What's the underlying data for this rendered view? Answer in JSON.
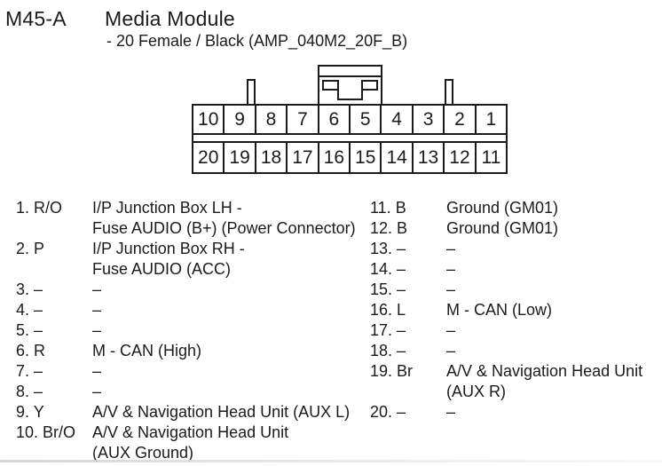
{
  "header": {
    "code": "M45-A",
    "name": "Media Module",
    "subtitle": "- 20 Female / Black (AMP_040M2_20F_B)"
  },
  "connector": {
    "top_row": [
      "10",
      "9",
      "8",
      "7",
      "6",
      "5",
      "4",
      "3",
      "2",
      "1"
    ],
    "bottom_row": [
      "20",
      "19",
      "18",
      "17",
      "16",
      "15",
      "14",
      "13",
      "12",
      "11"
    ]
  },
  "pins": {
    "left": [
      {
        "num": "1",
        "color": "R/O",
        "desc": "I/P Junction Box LH -\nFuse AUDIO (B+) (Power Connector)"
      },
      {
        "num": "2",
        "color": "P",
        "desc": "I/P Junction Box RH -\nFuse AUDIO (ACC)"
      },
      {
        "num": "3",
        "color": "–",
        "desc": "–"
      },
      {
        "num": "4",
        "color": "–",
        "desc": "–"
      },
      {
        "num": "5",
        "color": "–",
        "desc": "–"
      },
      {
        "num": "6",
        "color": "R",
        "desc": "M - CAN (High)"
      },
      {
        "num": "7",
        "color": "–",
        "desc": "–"
      },
      {
        "num": "8",
        "color": "–",
        "desc": "–"
      },
      {
        "num": "9",
        "color": "Y",
        "desc": "A/V & Navigation Head Unit (AUX L)"
      },
      {
        "num": "10",
        "color": "Br/O",
        "desc": "A/V & Navigation Head Unit\n(AUX Ground)"
      }
    ],
    "right": [
      {
        "num": "11",
        "color": "B",
        "desc": "Ground (GM01)"
      },
      {
        "num": "12",
        "color": "B",
        "desc": "Ground (GM01)"
      },
      {
        "num": "13",
        "color": "–",
        "desc": "–"
      },
      {
        "num": "14",
        "color": "–",
        "desc": "–"
      },
      {
        "num": "15",
        "color": "–",
        "desc": "–"
      },
      {
        "num": "16",
        "color": "L",
        "desc": "M - CAN (Low)"
      },
      {
        "num": "17",
        "color": "–",
        "desc": "–"
      },
      {
        "num": "18",
        "color": "–",
        "desc": "–"
      },
      {
        "num": "19",
        "color": "Br",
        "desc": "A/V & Navigation Head Unit\n(AUX R)"
      },
      {
        "num": "20",
        "color": "–",
        "desc": "–"
      }
    ]
  },
  "colors": {
    "ink": "#1b1b1b",
    "background": "#ffffff"
  }
}
